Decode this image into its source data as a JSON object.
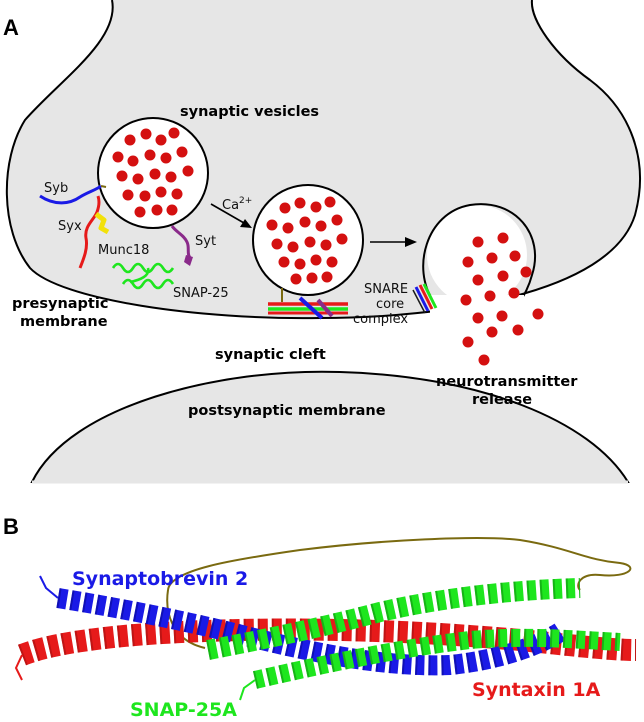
{
  "panel_a": {
    "label": "A",
    "synaptic_vesicles": "synaptic vesicles",
    "syb": "Syb",
    "syx": "Syx",
    "munc18": "Munc18",
    "syt": "Syt",
    "snap25": "SNAP-25",
    "ca_base": "Ca",
    "ca_sup": "2+",
    "snare_line1": "SNARE",
    "snare_line2": "core",
    "snare_line3": "complex",
    "presynaptic_line1": "presynaptic",
    "presynaptic_line2": "membrane",
    "synaptic_cleft": "synaptic cleft",
    "nt_line1": "neurotransmitter",
    "nt_line2": "release",
    "postsynaptic": "postsynaptic membrane"
  },
  "panel_b": {
    "label": "B",
    "synaptobrevin": "Synaptobrevin 2",
    "snap25a": "SNAP-25A",
    "syntaxin": "Syntaxin 1A"
  },
  "colors": {
    "synaptobrevin": "#1a1ae6",
    "syntaxin": "#e61a1a",
    "snap25": "#1ee61e",
    "linker": "#7a6a10",
    "vesicle_dot": "#d41010",
    "synaptotagmin": "#8a2a8a",
    "munc18": "#f2e10a"
  }
}
